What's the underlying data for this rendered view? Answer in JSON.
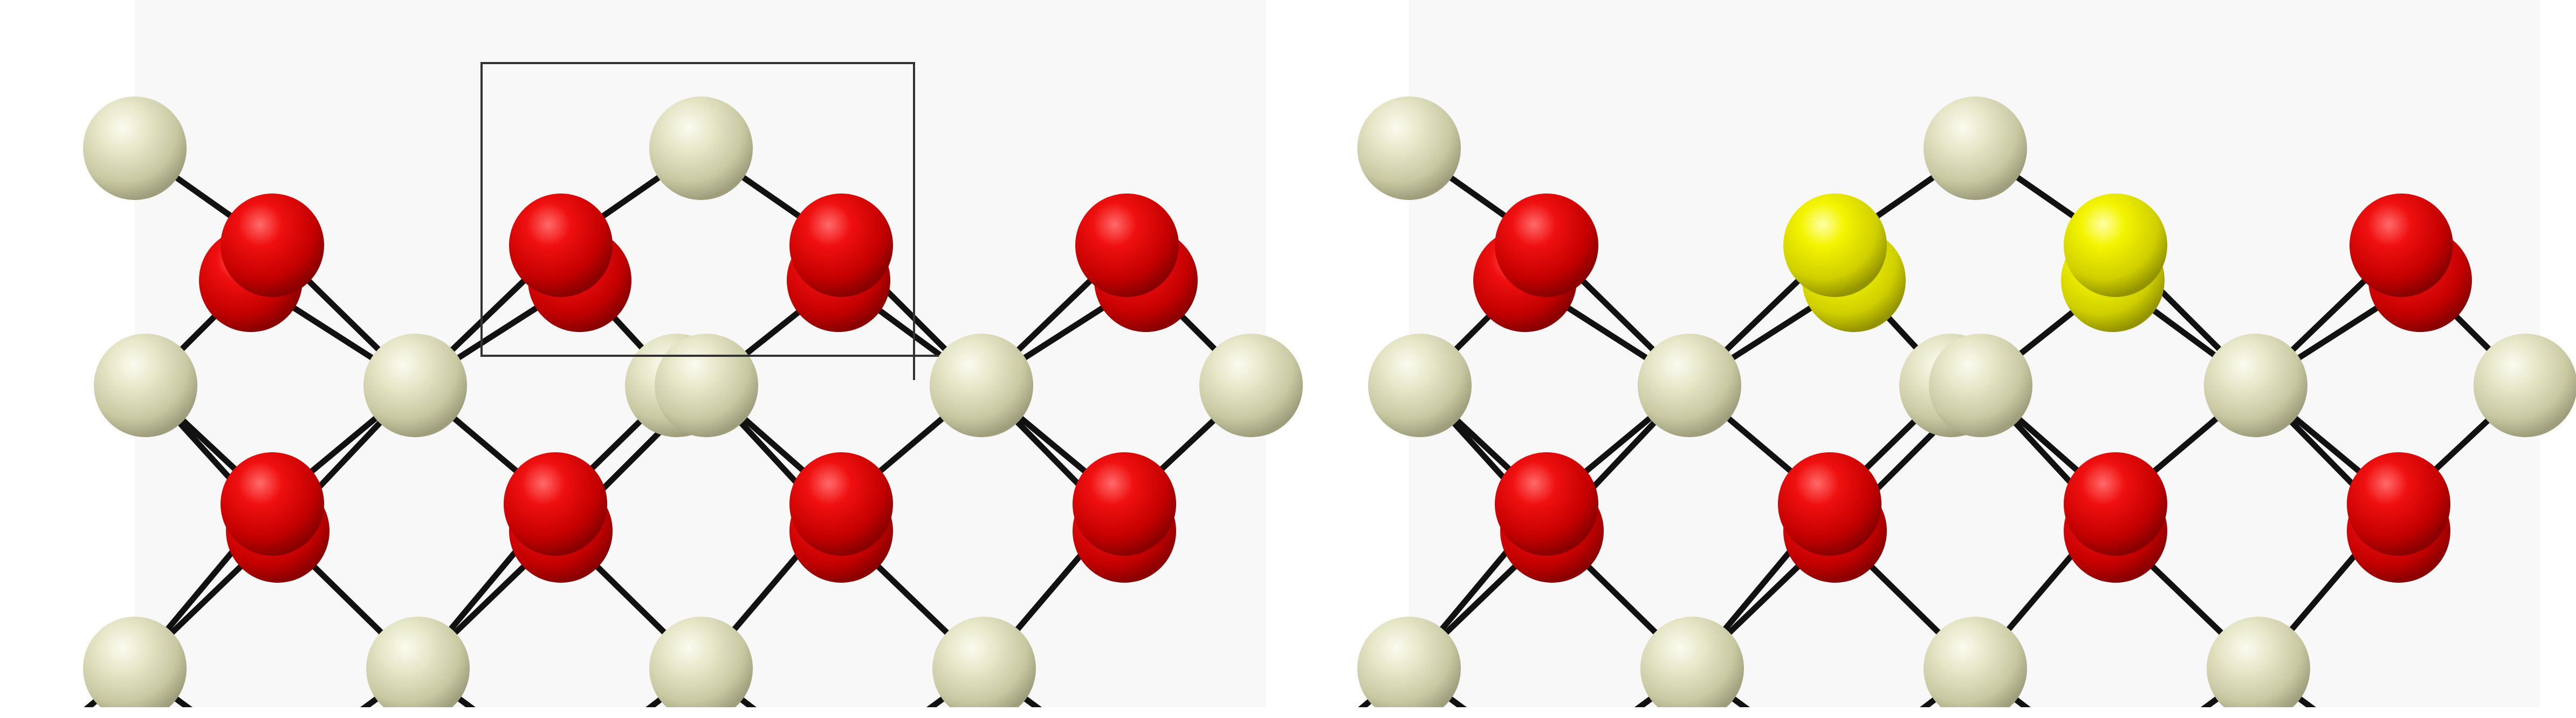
{
  "colors": {
    "page_background": "#ffffff",
    "panel_background": "#f8f8f9",
    "bond": "#111111",
    "cell_outline": "#333333",
    "atom_cation": "#d9d9b8",
    "atom_oxygen": "#e00000",
    "atom_sulfur": "#f2f200"
  },
  "panels": [
    {
      "name": "panel-left-pristine",
      "highlight_box": true,
      "top_dimer_species": "oxygen"
    },
    {
      "name": "panel-right-substituted",
      "highlight_box": false,
      "top_dimer_species": "sulfur"
    }
  ]
}
